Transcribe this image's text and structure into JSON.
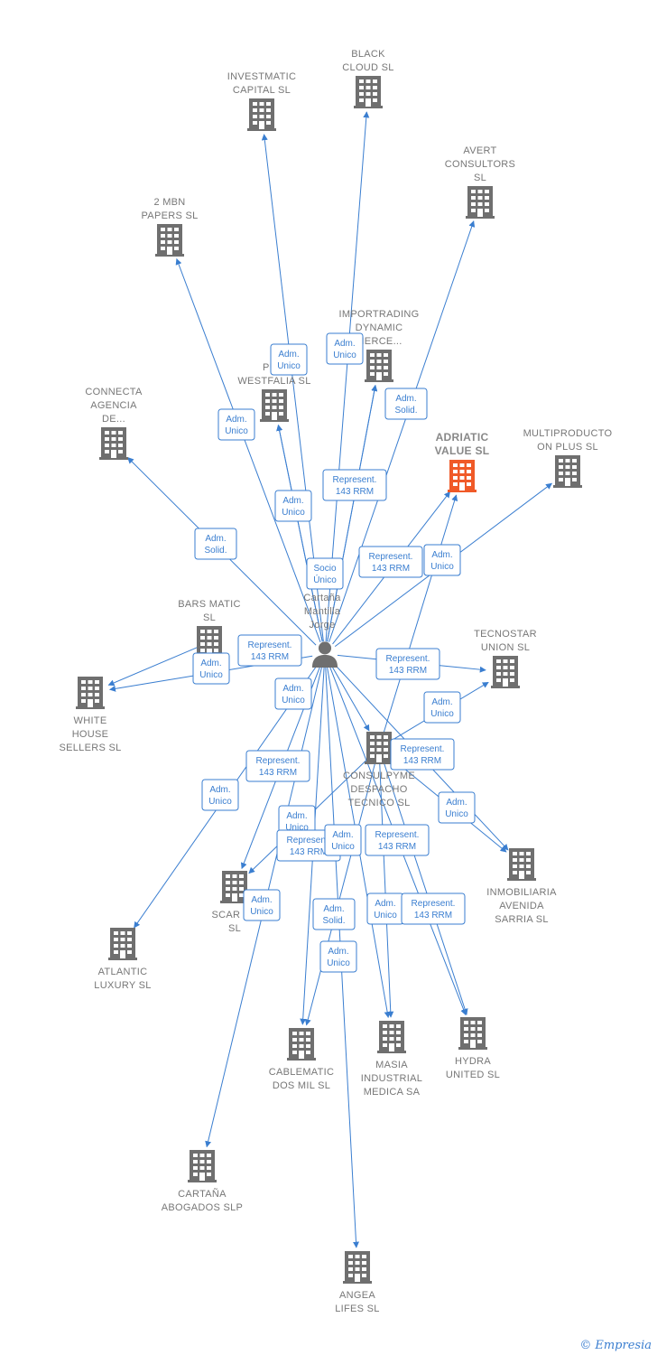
{
  "colors": {
    "edge": "#3a7ed0",
    "node": "#6f6f6f",
    "focus_node": "#f05a28",
    "label_text": "#777777",
    "edge_label_text": "#3a7ed0"
  },
  "person": {
    "id": "jorge",
    "lines": [
      "Cartaña",
      "Mantilla",
      "Jorge"
    ],
    "icon": "person-icon"
  },
  "nodes": [
    {
      "id": "black_cloud",
      "lines": [
        "BLACK",
        "CLOUD  SL"
      ],
      "icon": "building-icon"
    },
    {
      "id": "investmatic",
      "lines": [
        "INVESTMATIC",
        "CAPITAL  SL"
      ],
      "icon": "building-icon"
    },
    {
      "id": "avert",
      "lines": [
        "AVERT",
        "CONSULTORS",
        "SL"
      ],
      "icon": "building-icon"
    },
    {
      "id": "mbn",
      "lines": [
        "2 MBN",
        "PAPERS SL"
      ],
      "icon": "building-icon"
    },
    {
      "id": "importrading",
      "lines": [
        "IMPORTRADING",
        "DYNAMIC",
        "MERCE..."
      ],
      "icon": "building-icon"
    },
    {
      "id": "westfalia",
      "lines": [
        "PU...",
        "WESTFALIA SL"
      ],
      "icon": "building-icon"
    },
    {
      "id": "connecta",
      "lines": [
        "CONNECTA",
        "AGENCIA",
        "DE..."
      ],
      "icon": "building-icon"
    },
    {
      "id": "adriatic",
      "lines": [
        "ADRIATIC",
        "VALUE  SL"
      ],
      "icon": "building-icon",
      "focus": true
    },
    {
      "id": "multiproducto",
      "lines": [
        "MULTIPRODUCTO",
        "ON PLUS  SL"
      ],
      "icon": "building-icon"
    },
    {
      "id": "bars_matic",
      "lines": [
        "BARS MATIC",
        "SL"
      ],
      "icon": "building-icon"
    },
    {
      "id": "tecnostar",
      "lines": [
        "TECNOSTAR",
        "UNION  SL"
      ],
      "icon": "building-icon"
    },
    {
      "id": "white_house",
      "lines": [
        "WHITE",
        "HOUSE",
        "SELLERS SL"
      ],
      "icon": "building-icon"
    },
    {
      "id": "consulpyme",
      "lines": [
        "CONSULPYME",
        "DESPACHO",
        "TECNICO  SL"
      ],
      "icon": "building-icon"
    },
    {
      "id": "inmobiliaria",
      "lines": [
        "INMOBILIARIA",
        "AVENIDA",
        "SARRIA  SL"
      ],
      "icon": "building-icon"
    },
    {
      "id": "scar",
      "lines": [
        "SCAR F...",
        "SL"
      ],
      "icon": "building-icon"
    },
    {
      "id": "atlantic",
      "lines": [
        "ATLANTIC",
        "LUXURY  SL"
      ],
      "icon": "building-icon"
    },
    {
      "id": "cablematic",
      "lines": [
        "CABLEMATIC",
        "DOS MIL SL"
      ],
      "icon": "building-icon"
    },
    {
      "id": "masia",
      "lines": [
        "MASIA",
        "INDUSTRIAL",
        "MEDICA SA"
      ],
      "icon": "building-icon"
    },
    {
      "id": "hydra",
      "lines": [
        "HYDRA",
        "UNITED  SL"
      ],
      "icon": "building-icon"
    },
    {
      "id": "cartana_abogados",
      "lines": [
        "CARTAÑA",
        "ABOGADOS  SLP"
      ],
      "icon": "building-icon"
    },
    {
      "id": "angea",
      "lines": [
        "ANGEA",
        "LIFES SL"
      ],
      "icon": "building-icon"
    }
  ],
  "edges": [
    {
      "from": "jorge",
      "to": "black_cloud",
      "label": [
        "Adm.",
        "Unico"
      ]
    },
    {
      "from": "jorge",
      "to": "investmatic",
      "label": [
        "Adm.",
        "Unico"
      ]
    },
    {
      "from": "jorge",
      "to": "avert",
      "label": [
        "Adm.",
        "Solid."
      ]
    },
    {
      "from": "jorge",
      "to": "mbn",
      "label": [
        "Adm.",
        "Unico"
      ]
    },
    {
      "from": "jorge",
      "to": "importrading",
      "label": [
        "Adm.",
        "Unico"
      ]
    },
    {
      "from": "jorge",
      "to": "importrading",
      "label": [
        "Represent.",
        "143 RRM"
      ]
    },
    {
      "from": "jorge",
      "to": "westfalia",
      "label": [
        "Adm.",
        "Unico"
      ]
    },
    {
      "from": "jorge",
      "to": "westfalia",
      "label": [
        "Socio",
        "Único"
      ]
    },
    {
      "from": "jorge",
      "to": "connecta",
      "label": [
        "Adm.",
        "Solid."
      ]
    },
    {
      "from": "jorge",
      "to": "adriatic",
      "label": [
        "Represent.",
        "143 RRM"
      ]
    },
    {
      "from": "consulpyme",
      "to": "adriatic",
      "label": [
        "Adm.",
        "Unico"
      ]
    },
    {
      "from": "jorge",
      "to": "multiproducto",
      "label": [
        "Adm.",
        "Unico"
      ]
    },
    {
      "from": "jorge",
      "to": "white_house",
      "label": [
        "Represent.",
        "143 RRM"
      ]
    },
    {
      "from": "bars_matic",
      "to": "white_house",
      "label": [
        "Adm.",
        "Unico"
      ]
    },
    {
      "from": "jorge",
      "to": "tecnostar",
      "label": [
        "Represent.",
        "143 RRM"
      ]
    },
    {
      "from": "consulpyme",
      "to": "tecnostar",
      "label": [
        "Adm.",
        "Unico"
      ]
    },
    {
      "from": "jorge",
      "to": "inmobiliaria",
      "label": [
        "Represent.",
        "143 RRM"
      ]
    },
    {
      "from": "consulpyme",
      "to": "inmobiliaria",
      "label": [
        "Adm.",
        "Unico"
      ]
    },
    {
      "from": "jorge",
      "to": "atlantic",
      "label": [
        "Adm.",
        "Unico"
      ]
    },
    {
      "from": "jorge",
      "to": "scar",
      "label": [
        "Represent.",
        "143 RRM"
      ]
    },
    {
      "from": "consulpyme",
      "to": "scar",
      "label": [
        "Adm.",
        "Unico"
      ]
    },
    {
      "from": "jorge",
      "to": "cablematic",
      "label": [
        "Represent.",
        "143 RRM"
      ]
    },
    {
      "from": "jorge",
      "to": "cartana_abogados",
      "label": [
        "Adm.",
        "Unico"
      ]
    },
    {
      "from": "jorge",
      "to": "masia",
      "label": [
        "Represent.",
        "143 RRM"
      ]
    },
    {
      "from": "consulpyme",
      "to": "masia",
      "label": [
        "Adm.",
        "Unico"
      ]
    },
    {
      "from": "jorge",
      "to": "hydra",
      "label": [
        "Represent.",
        "143 RRM"
      ]
    },
    {
      "from": "consulpyme",
      "to": "hydra",
      "label": [
        "Adm.",
        "Unico"
      ]
    },
    {
      "from": "jorge",
      "to": "angea",
      "label": [
        "Adm.",
        "Solid."
      ]
    },
    {
      "from": "consulpyme",
      "to": "cablematic",
      "label": [
        "Adm.",
        "Unico"
      ]
    },
    {
      "from": "jorge",
      "to": "consulpyme",
      "label": [
        "Adm.",
        "Unico"
      ]
    }
  ],
  "watermark": {
    "symbol": "©",
    "brand": "Empresia"
  }
}
